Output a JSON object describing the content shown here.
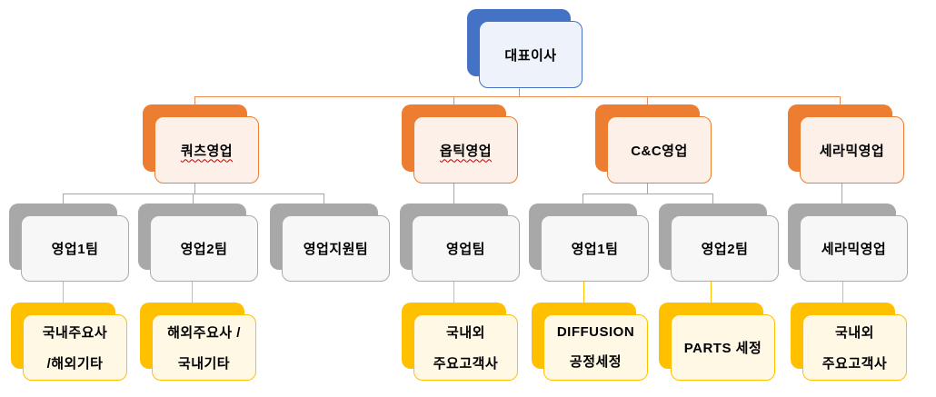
{
  "colors": {
    "ceo_accent": "#4472C4",
    "ceo_fill": "#EEF2FA",
    "dept_accent": "#ED7D31",
    "dept_fill": "#FCF0E8",
    "team_accent": "#A8A8A8",
    "team_fill": "#F7F7F7",
    "detail_accent": "#FFC000",
    "detail_fill": "#FFF8E5",
    "spellcheck_underline": "#C00000"
  },
  "org": {
    "root": {
      "label": "대표이사"
    },
    "departments": [
      {
        "label": "쿼츠영업",
        "spellcheck_underline": true,
        "teams": [
          {
            "label": "영업1팀",
            "detail_lines": [
              "국내주요사",
              "/해외기타"
            ]
          },
          {
            "label": "영업2팀",
            "detail_lines": [
              "해외주요사 /",
              "국내기타"
            ]
          },
          {
            "label": "영업지원팀"
          }
        ]
      },
      {
        "label": "옵틱영업",
        "spellcheck_underline": true,
        "teams": [
          {
            "label": "영업팀",
            "detail_lines": [
              "국내외",
              "주요고객사"
            ]
          }
        ]
      },
      {
        "label": "C&C영업",
        "spellcheck_underline": false,
        "teams": [
          {
            "label": "영업1팀",
            "detail_lines": [
              "DIFFUSION",
              "공정세정"
            ]
          },
          {
            "label": "영업2팀",
            "detail_lines": [
              "PARTS 세정"
            ]
          }
        ]
      },
      {
        "label": "세라믹영업",
        "spellcheck_underline": false,
        "teams": [
          {
            "label": "세라믹영업",
            "detail_lines": [
              "국내외",
              "주요고객사"
            ]
          }
        ]
      }
    ]
  }
}
